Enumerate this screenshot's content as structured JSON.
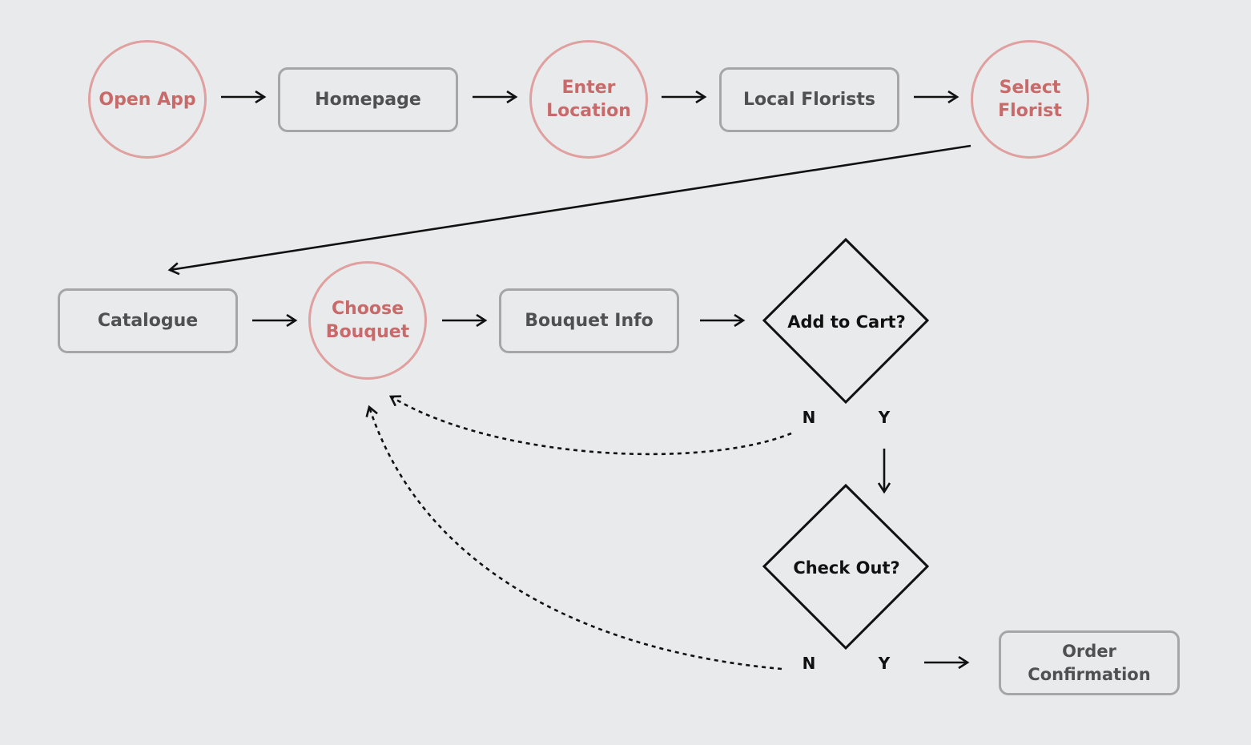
{
  "colors": {
    "background": "#e9eaec",
    "circle_stroke": "#e0a09f",
    "circle_text": "#c96a6a",
    "box_stroke": "#a6a6a8",
    "box_text": "#505052",
    "line": "#111111"
  },
  "nodes": {
    "open_app": "Open App",
    "homepage": "Homepage",
    "enter_location": "Enter\nLocation",
    "local_florists": "Local Florists",
    "select_florist": "Select\nFlorist",
    "catalogue": "Catalogue",
    "choose_bouquet": "Choose\nBouquet",
    "bouquet_info": "Bouquet Info",
    "order_confirmation": "Order Confirmation"
  },
  "decisions": {
    "add_to_cart": {
      "label": "Add to Cart?",
      "no": "N",
      "yes": "Y"
    },
    "check_out": {
      "label": "Check Out?",
      "no": "N",
      "yes": "Y"
    }
  }
}
